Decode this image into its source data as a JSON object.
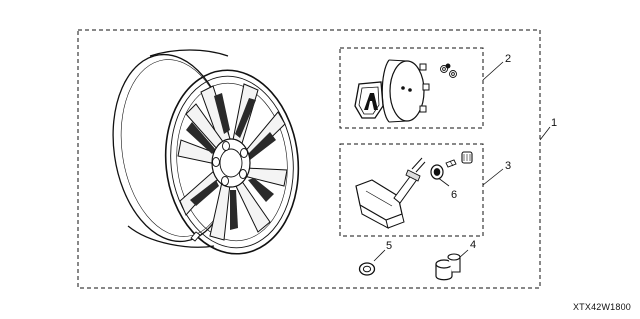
{
  "diagram": {
    "callouts": {
      "kit": "1",
      "center_cap_set": "2",
      "tpms_sensor_set": "3",
      "lug_nut": "4",
      "washer": "5",
      "grommet": "6"
    },
    "drawing_code": "XTX42W1800"
  }
}
